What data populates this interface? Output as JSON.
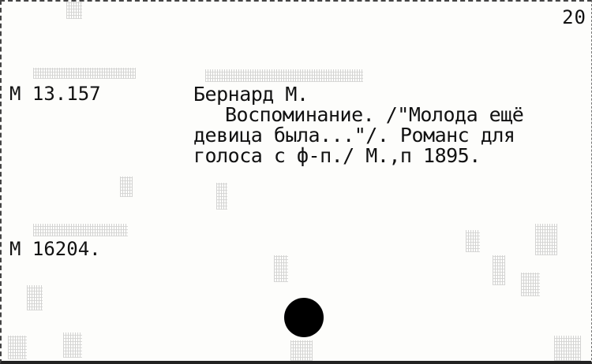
{
  "card": {
    "number": "20",
    "shelfmarks": [
      "М 13.157",
      "М 16204."
    ],
    "entry_lines": [
      "Бернард М.",
      "Воспоминание. /\"Молода ещё",
      "девица была...\"/. Романс для",
      "голоса с ф-п./  М.,п 1895."
    ]
  }
}
